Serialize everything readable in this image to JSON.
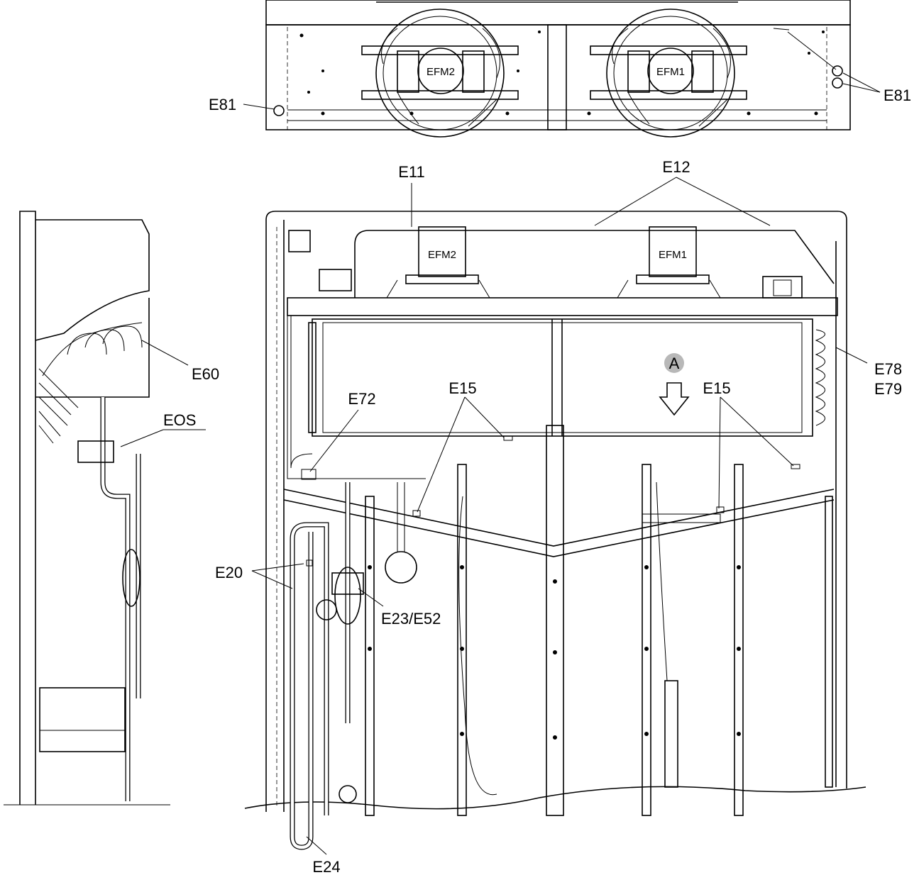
{
  "top_view": {
    "fan_left": "EFM2",
    "fan_right": "EFM1",
    "label_left": "E81",
    "label_right": "E81"
  },
  "front_view": {
    "fan_left": "EFM2",
    "fan_right": "EFM1",
    "view_marker": "A",
    "labels": {
      "e11": "E11",
      "e12": "E12",
      "e15_left": "E15",
      "e15_right": "E15",
      "e72": "E72",
      "e78": "E78",
      "e79": "E79",
      "e20": "E20",
      "e23_e52": "E23/E52",
      "e24": "E24"
    }
  },
  "side_view": {
    "labels": {
      "e60": "E60",
      "eos": "EOS"
    }
  }
}
